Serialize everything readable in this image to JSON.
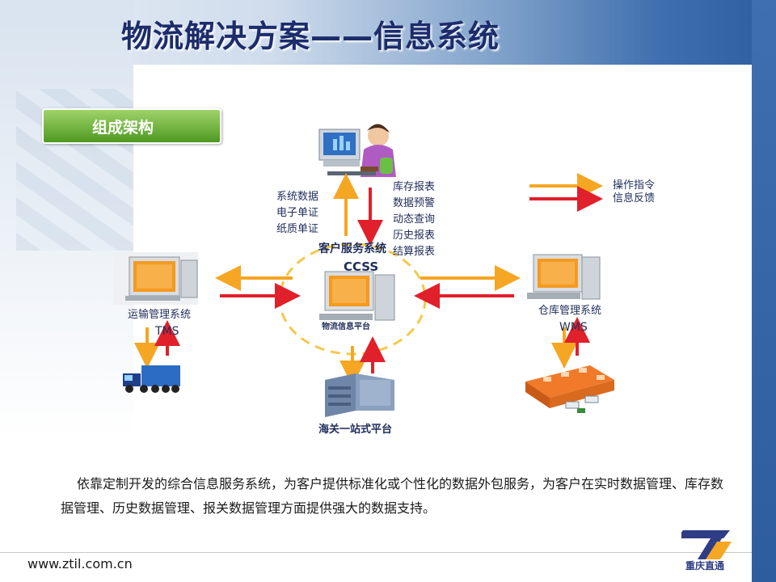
{
  "title": "物流解决方案——信息系统",
  "badge": "组成架构",
  "center": {
    "title": "客户服务系统",
    "code": "CCSS",
    "platform": "物流信息平台"
  },
  "left_system": {
    "name": "运输管理系统",
    "code": "TMS"
  },
  "right_system": {
    "name": "仓库管理系统",
    "code": "WMS"
  },
  "customs": "海关一站式平台",
  "outgoing_labels": [
    "系统数据",
    "电子单证",
    "纸质单证"
  ],
  "incoming_labels": [
    "库存报表",
    "数据预警",
    "动态查询",
    "历史报表",
    "结算报表"
  ],
  "legend": [
    {
      "label": "操作指令",
      "color": "#f5a623"
    },
    {
      "label": "信息反馈",
      "color": "#e0202a"
    }
  ],
  "description": "依靠定制开发的综合信息服务系统，为客户提供标准化或个性化的数据外包服务，为客户在实时数据管理、库存数据管理、历史数据管理、报关数据管理方面提供强大的数据支持。",
  "footer": {
    "url": "www.ztil.com.cn",
    "logo_text": "重庆直通"
  }
}
